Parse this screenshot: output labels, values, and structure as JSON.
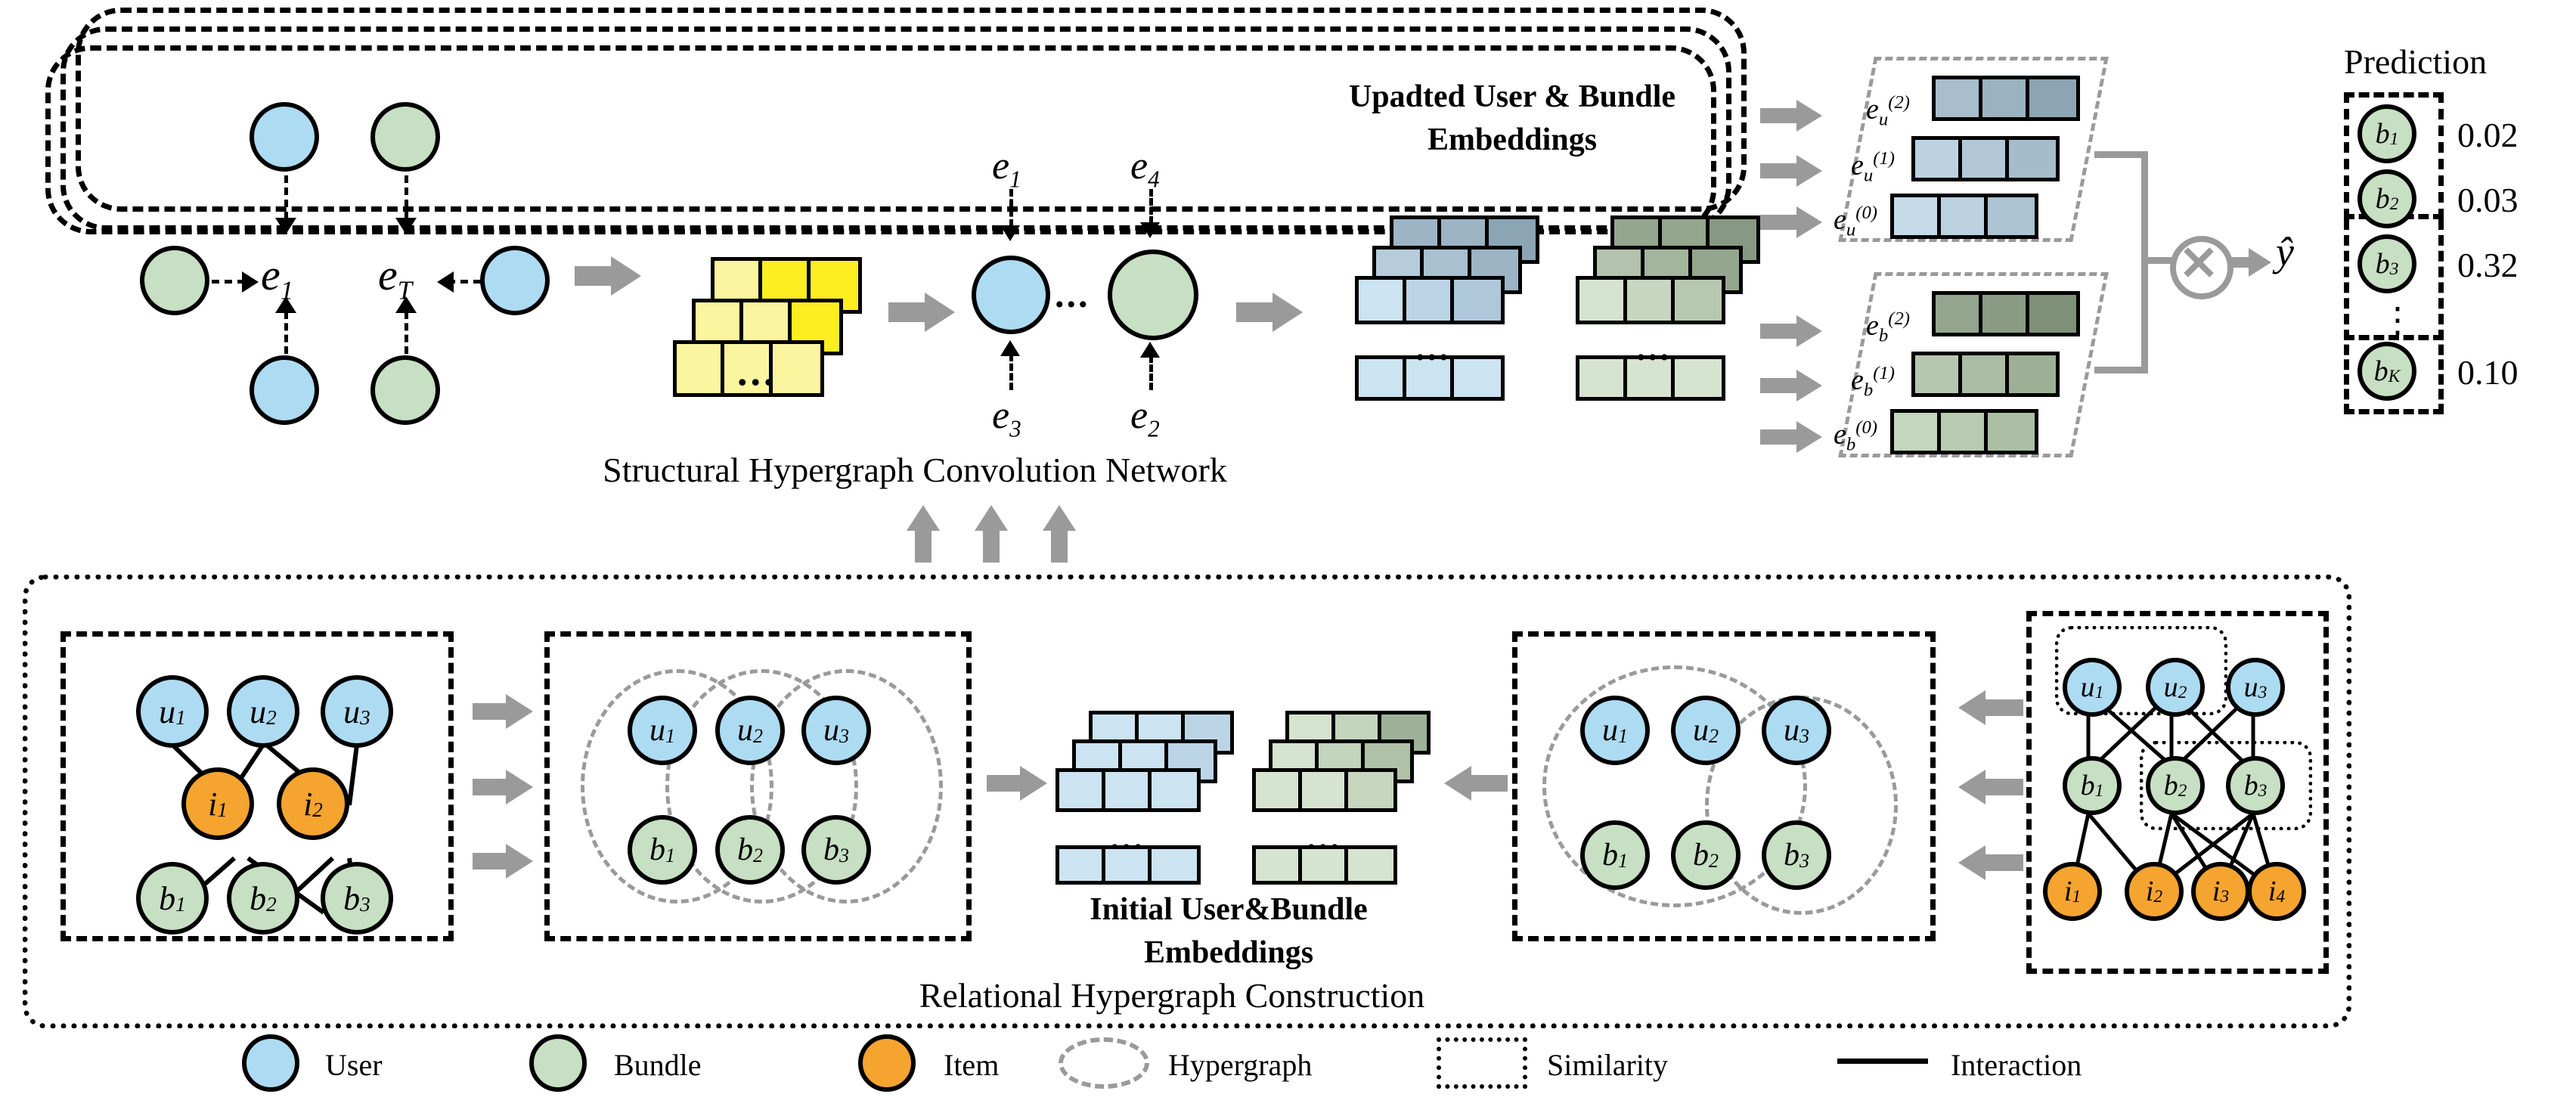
{
  "figure": {
    "top_section_title": "Structural Hypergraph Convolution Network",
    "bottom_section_title": "Relational Hypergraph Construction",
    "updated_embeddings_caption_line1": "Upadted User & Bundle",
    "updated_embeddings_caption_line2": "Embeddings",
    "initial_embeddings_caption_line1": "Initial User&Bundle",
    "initial_embeddings_caption_line2": "Embeddings",
    "prediction_title": "Prediction",
    "ellipsis": "...",
    "vdots": "⋮"
  },
  "hyperedges": {
    "e1": "e",
    "e1_sub": "1",
    "eT": "e",
    "eT_sub": "T",
    "e_top_left": "e",
    "e_top_left_sub": "1",
    "e_top_right": "e",
    "e_top_right_sub": "4",
    "e_bot_left": "e",
    "e_bot_left_sub": "3",
    "e_bot_right": "e",
    "e_bot_right_sub": "2"
  },
  "embedding_labels": {
    "user": [
      {
        "base": "e",
        "sub": "u",
        "sup": "(2)"
      },
      {
        "base": "e",
        "sub": "u",
        "sup": "(1)"
      },
      {
        "base": "e",
        "sub": "u",
        "sup": "(0)"
      }
    ],
    "bundle": [
      {
        "base": "e",
        "sub": "b",
        "sup": "(2)"
      },
      {
        "base": "e",
        "sub": "b",
        "sup": "(1)"
      },
      {
        "base": "e",
        "sub": "b",
        "sup": "(0)"
      }
    ]
  },
  "fusion": {
    "operator": "⊗",
    "output": "ŷ"
  },
  "prediction": {
    "items": [
      {
        "base": "b",
        "sub": "1",
        "score": "0.02"
      },
      {
        "base": "b",
        "sub": "2",
        "score": "0.03"
      },
      {
        "base": "b",
        "sub": "3",
        "score": "0.32"
      },
      {
        "base": "b",
        "sub": "K",
        "score": "0.10"
      }
    ],
    "dots": "⋮"
  },
  "bipartite": {
    "users": [
      {
        "base": "u",
        "sub": "1"
      },
      {
        "base": "u",
        "sub": "2"
      },
      {
        "base": "u",
        "sub": "3"
      }
    ],
    "items": [
      {
        "base": "i",
        "sub": "1"
      },
      {
        "base": "i",
        "sub": "2"
      }
    ],
    "bundles": [
      {
        "base": "b",
        "sub": "1"
      },
      {
        "base": "b",
        "sub": "2"
      },
      {
        "base": "b",
        "sub": "3"
      }
    ]
  },
  "hypergraph_left": {
    "users": [
      {
        "base": "u",
        "sub": "1"
      },
      {
        "base": "u",
        "sub": "2"
      },
      {
        "base": "u",
        "sub": "3"
      }
    ],
    "bundles": [
      {
        "base": "b",
        "sub": "1"
      },
      {
        "base": "b",
        "sub": "2"
      },
      {
        "base": "b",
        "sub": "3"
      }
    ]
  },
  "hypergraph_right": {
    "users": [
      {
        "base": "u",
        "sub": "1"
      },
      {
        "base": "u",
        "sub": "2"
      },
      {
        "base": "u",
        "sub": "3"
      }
    ],
    "bundles": [
      {
        "base": "b",
        "sub": "1"
      },
      {
        "base": "b",
        "sub": "2"
      },
      {
        "base": "b",
        "sub": "3"
      }
    ]
  },
  "tripartite": {
    "users": [
      {
        "base": "u",
        "sub": "1"
      },
      {
        "base": "u",
        "sub": "2"
      },
      {
        "base": "u",
        "sub": "3"
      }
    ],
    "bundles": [
      {
        "base": "b",
        "sub": "1"
      },
      {
        "base": "b",
        "sub": "2"
      },
      {
        "base": "b",
        "sub": "3"
      }
    ],
    "items": [
      {
        "base": "i",
        "sub": "1"
      },
      {
        "base": "i",
        "sub": "2"
      },
      {
        "base": "i",
        "sub": "3"
      },
      {
        "base": "i",
        "sub": "4"
      }
    ]
  },
  "top_nodes": {
    "left_upper": "user",
    "left_lower": "user",
    "right_upper": "bundle",
    "right_lower": "bundle",
    "mid_left": "bundle",
    "mid_right": "user",
    "conv_left": "user",
    "conv_right": "bundle"
  },
  "legend": [
    {
      "label": "User",
      "kind": "circle",
      "color": "#ADDBF2"
    },
    {
      "label": "Bundle",
      "kind": "circle",
      "color": "#C7DFC2"
    },
    {
      "label": "Item",
      "kind": "circle",
      "color": "#F5A430"
    },
    {
      "label": "Hypergraph",
      "kind": "dashed-ellipse",
      "color": "#9A9A9A"
    },
    {
      "label": "Similarity",
      "kind": "dotted-rect",
      "color": "#000000"
    },
    {
      "label": "Interaction",
      "kind": "line",
      "color": "#000000"
    }
  ],
  "colors": {
    "user": "#ADDBF2",
    "bundle": "#C7DFC2",
    "item": "#F5A430",
    "brick_yellow": "#FBF5A0",
    "brick_yellow_dark": "#FCEE21",
    "brick_blue": "#CCE3F2",
    "brick_blue_dark": "#9CB4C4",
    "brick_green": "#D6E3CF",
    "brick_green_dark": "#94A68E",
    "arrow_gray": "#9A9A9A",
    "outline": "#000000"
  }
}
